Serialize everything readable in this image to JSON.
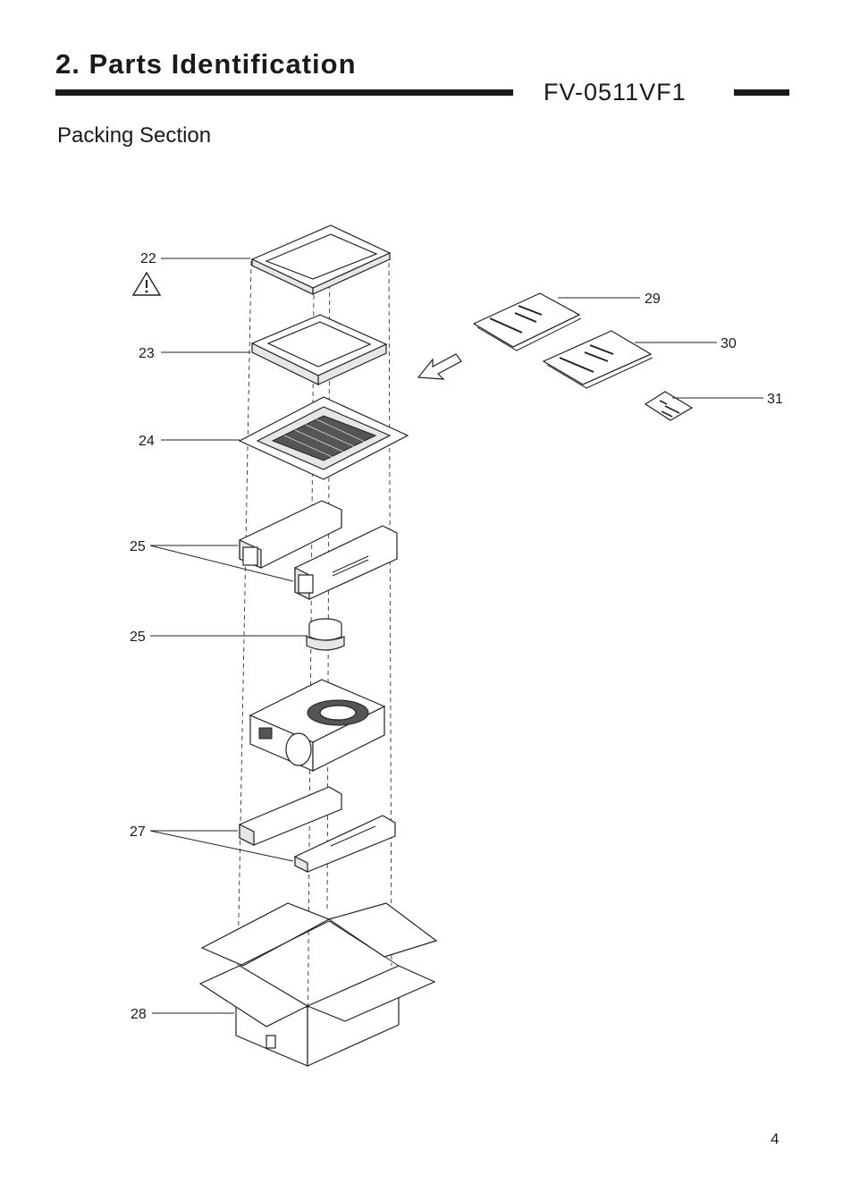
{
  "header": {
    "title": "2. Parts Identification",
    "model": "FV-0511VF1",
    "section": "Packing Section"
  },
  "callouts": [
    "22",
    "23",
    "24",
    "25",
    "25",
    "27",
    "28",
    "29",
    "30",
    "31"
  ],
  "page_number": "4"
}
